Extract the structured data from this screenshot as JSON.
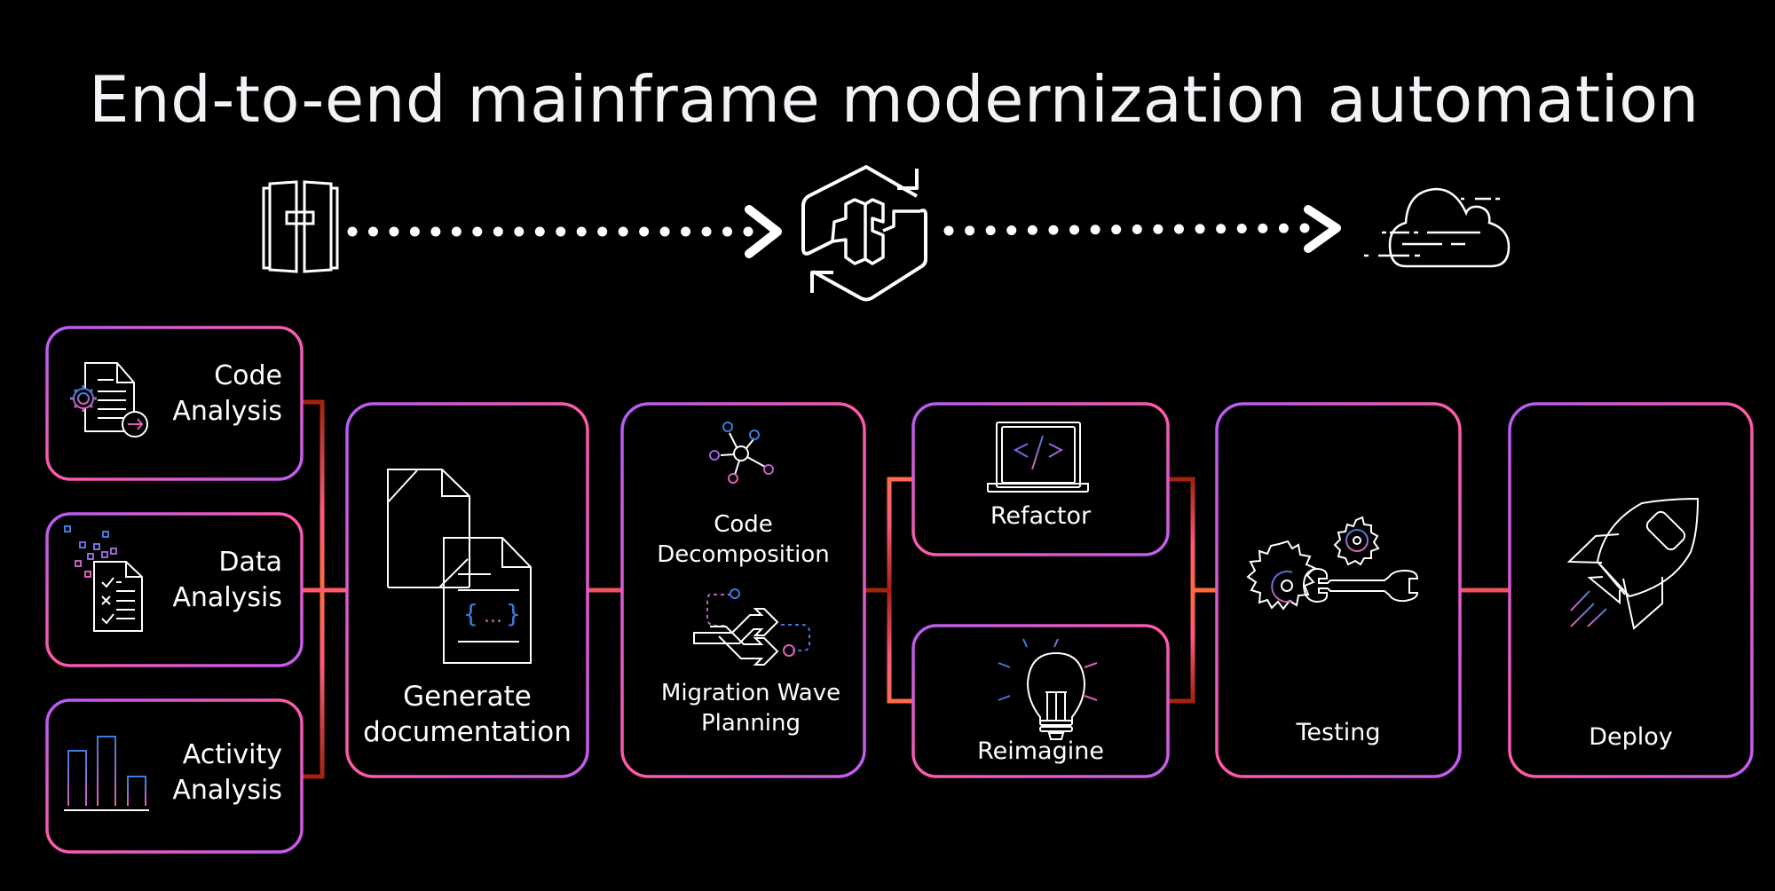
{
  "title": "End-to-end mainframe modernization automation",
  "flow": {
    "source": {
      "icon": "mainframe-icon"
    },
    "middle": {
      "icon": "transformation-cycle-icon"
    },
    "target": {
      "icon": "cloud-icon"
    },
    "connector": "dotted-arrow"
  },
  "colors": {
    "background": "#000000",
    "text": "#ffffff",
    "border_gradient_start": "#b45cf5",
    "border_gradient_end": "#ff5b8a",
    "connector_dark": "#a3220f",
    "connector_light": "#ff6b4a",
    "icon_accent_blue": "#3d7be0",
    "icon_accent_pink": "#e060b8"
  },
  "steps": {
    "code_analysis": {
      "label_line1": "Code",
      "label_line2": "Analysis",
      "icon": "document-gear-icon"
    },
    "data_analysis": {
      "label_line1": "Data",
      "label_line2": "Analysis",
      "icon": "checklist-document-icon"
    },
    "activity_analysis": {
      "label_line1": "Activity",
      "label_line2": "Analysis",
      "icon": "bar-chart-icon"
    },
    "generate_documentation": {
      "label_line1": "Generate",
      "label_line2": "documentation",
      "icon": "documents-code-icon"
    },
    "code_decomposition": {
      "label_line1": "Code",
      "label_line2": "Decomposition",
      "icon": "network-hub-icon"
    },
    "migration_wave_planning": {
      "label_line1": "Migration Wave",
      "label_line2": "Planning",
      "icon": "split-arrows-icon"
    },
    "refactor": {
      "label": "Refactor",
      "icon": "laptop-code-icon"
    },
    "reimagine": {
      "label": "Reimagine",
      "icon": "lightbulb-icon"
    },
    "testing": {
      "label": "Testing",
      "icon": "gears-wrench-icon"
    },
    "deploy": {
      "label": "Deploy",
      "icon": "rocket-icon"
    }
  }
}
